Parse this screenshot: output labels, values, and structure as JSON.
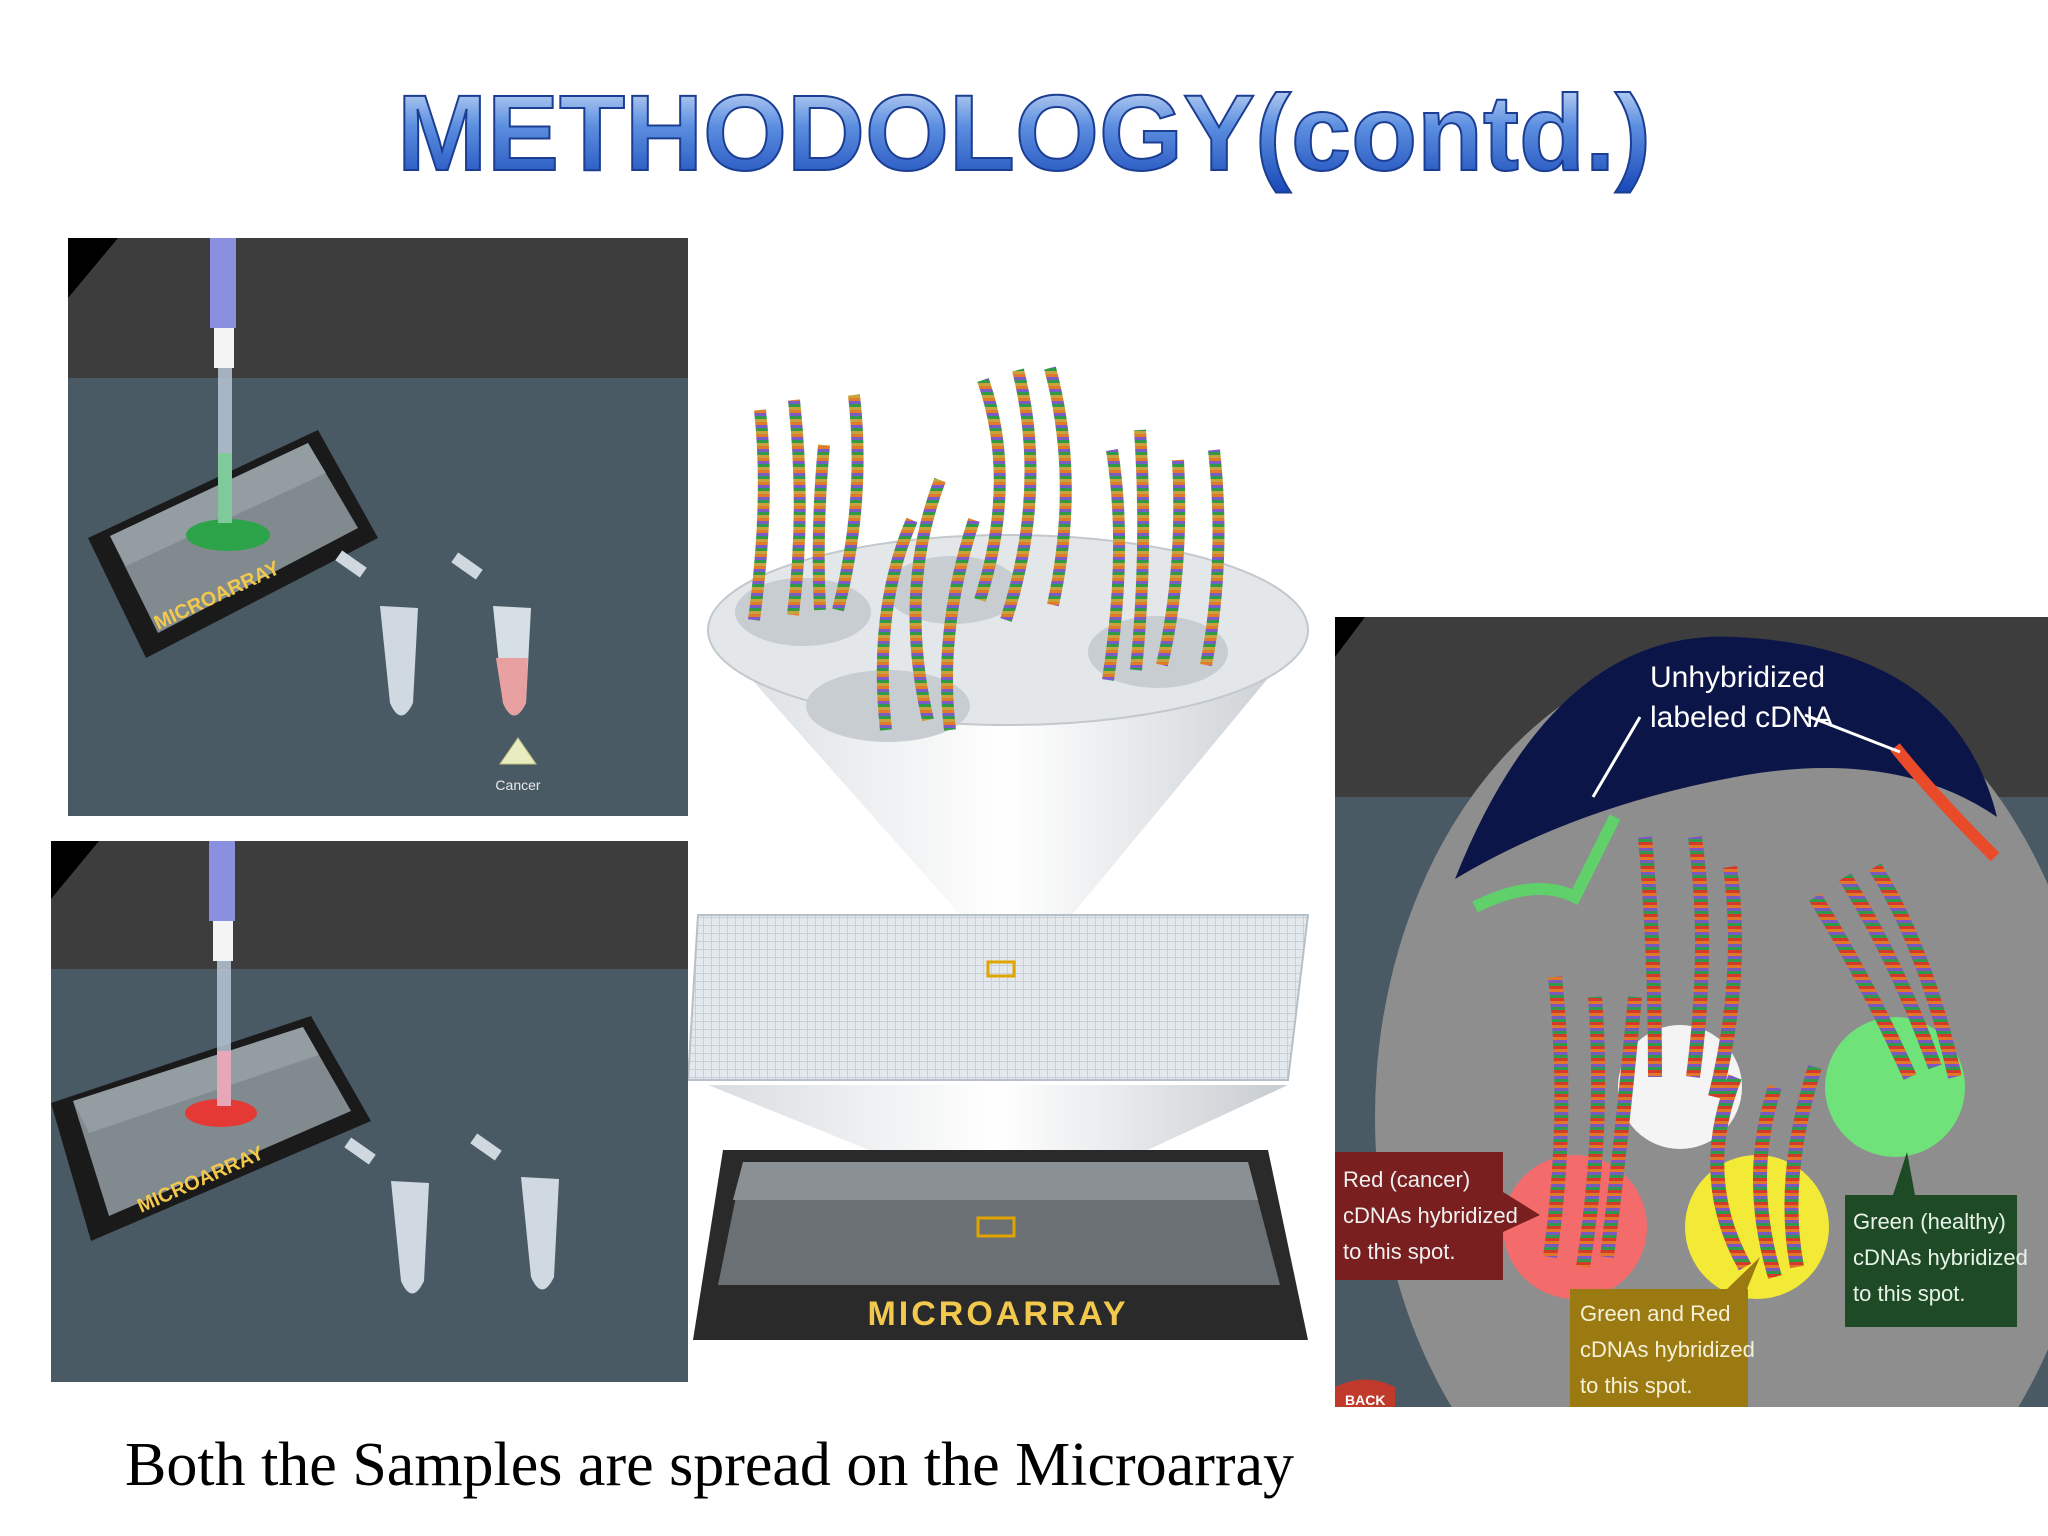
{
  "slide": {
    "title": "METHODOLOGY(contd.)",
    "caption": "Both the Samples are spread on the Microarray"
  },
  "panel_top_left": {
    "slide_label": "MICROARRAY",
    "sample_drop_color": "#2ea44a",
    "tube_label": "Cancer"
  },
  "panel_bottom_left": {
    "slide_label": "MICROARRAY",
    "sample_drop_color": "#e53935"
  },
  "panel_center": {
    "slide_label": "MICROARRAY"
  },
  "panel_right": {
    "callout_unhybridized": [
      "Unhybridized",
      "labeled cDNA"
    ],
    "callout_red": [
      "Red (cancer)",
      "cDNAs hybridized",
      "to this spot."
    ],
    "callout_yellow": [
      "Green and Red",
      "cDNAs hybridized",
      "to this spot."
    ],
    "callout_green": [
      "Green (healthy)",
      "cDNAs hybridized",
      "to this spot."
    ],
    "back_button": "BACK"
  },
  "colors": {
    "title_blue": "#1a56c9",
    "panel_bg": "#4a5a65",
    "panel_top": "#3d3d3d",
    "red_spot": "#f46b6b",
    "yellow_spot": "#f3ea37",
    "green_spot": "#6fe27a",
    "callout_red": "#7a1f1f",
    "callout_yellow": "#9c7a12",
    "callout_green": "#1e4a26"
  }
}
